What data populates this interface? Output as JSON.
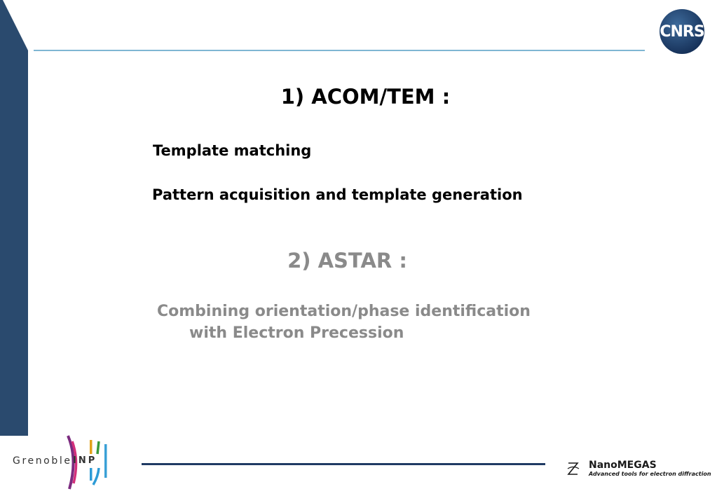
{
  "slide": {
    "section1_title": "1) ACOM/TEM :",
    "section1_items": [
      "Template matching",
      "Pattern acquisition and template generation"
    ],
    "section2_title": "2) ASTAR :",
    "section2_lines": [
      "Combining orientation/phase identification",
      "with Electron Precession"
    ]
  },
  "logos": {
    "cnrs": "CNRS",
    "grenoble": "Grenoble",
    "inp": "INP",
    "nanomegas": "NanoMEGAS",
    "nanomegas_tagline": "Advanced tools for electron diffraction"
  },
  "colors": {
    "band": "#2a4a6e",
    "accent_rule": "#7fb6d3",
    "section2_text": "#8a8a8a",
    "bottom_rule": "#1f3a63"
  }
}
